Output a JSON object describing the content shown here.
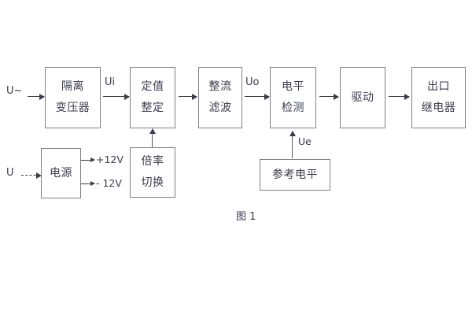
{
  "figure": {
    "caption": "图 1",
    "colors": {
      "background": "#ffffff",
      "box_border": "#808080",
      "text": "#3b3b4f",
      "connector": "#3b3b4f"
    }
  },
  "blocks": {
    "isolation_transformer": {
      "line1": "隔离",
      "line2": "变压器"
    },
    "setting_value": {
      "line1": "定值",
      "line2": "整定"
    },
    "rectify_filter": {
      "line1": "整流",
      "line2": "滤波"
    },
    "level_detection": {
      "line1": "电平",
      "line2": "检测"
    },
    "drive": {
      "line1": "驱动"
    },
    "output_relay": {
      "line1": "出口",
      "line2": "继电器"
    },
    "power_supply": {
      "line1": "电源"
    },
    "multiplier_switch": {
      "line1": "倍率",
      "line2": "切换"
    },
    "reference_level": {
      "line1": "参考电平"
    }
  },
  "signals": {
    "input_ac": "U~",
    "input_dc": "U",
    "ui": "Ui",
    "uo": "Uo",
    "ue": "Ue",
    "rail_positive": "+12V",
    "rail_negative": "- 12V"
  }
}
